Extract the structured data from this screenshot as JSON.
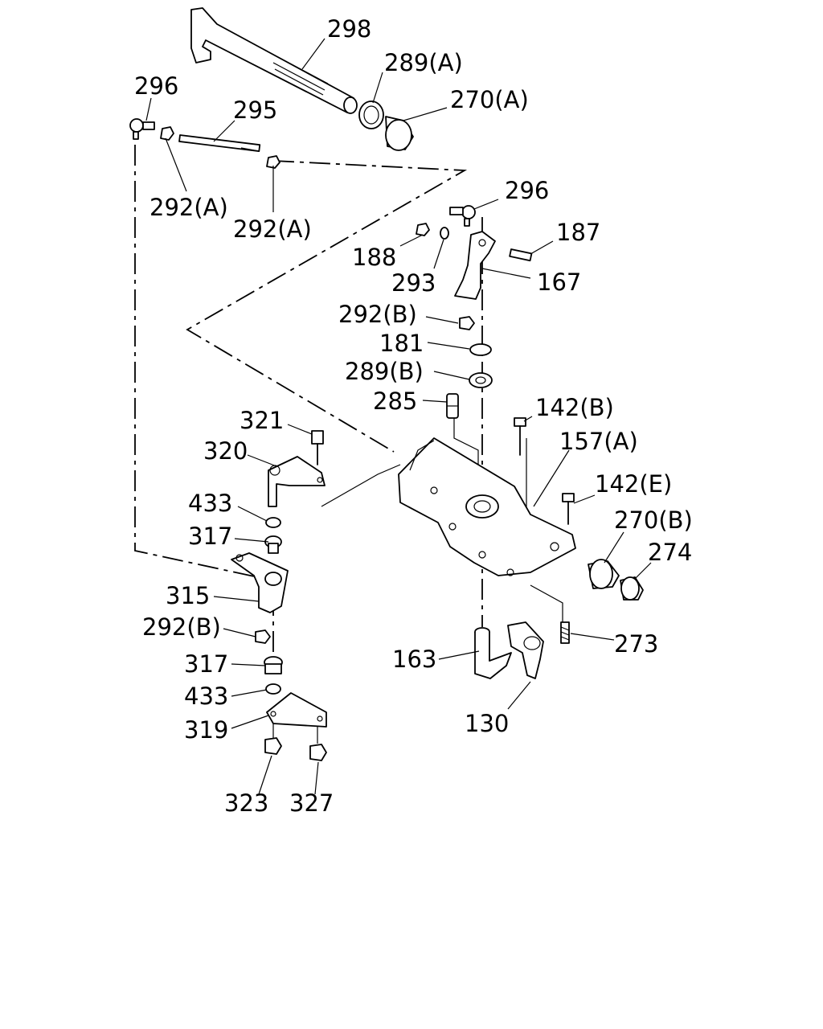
{
  "callouts": [
    {
      "id": "298",
      "label": "298"
    },
    {
      "id": "289a",
      "label": "289(A)"
    },
    {
      "id": "270a",
      "label": "270(A)"
    },
    {
      "id": "296a",
      "label": "296"
    },
    {
      "id": "295",
      "label": "295"
    },
    {
      "id": "292a1",
      "label": "292(A)"
    },
    {
      "id": "292a2",
      "label": "292(A)"
    },
    {
      "id": "296b",
      "label": "296"
    },
    {
      "id": "187",
      "label": "187"
    },
    {
      "id": "188",
      "label": "188"
    },
    {
      "id": "293",
      "label": "293"
    },
    {
      "id": "167",
      "label": "167"
    },
    {
      "id": "292b1",
      "label": "292(B)"
    },
    {
      "id": "181",
      "label": "181"
    },
    {
      "id": "289b",
      "label": "289(B)"
    },
    {
      "id": "285",
      "label": "285"
    },
    {
      "id": "142b",
      "label": "142(B)"
    },
    {
      "id": "157a",
      "label": "157(A)"
    },
    {
      "id": "142e",
      "label": "142(E)"
    },
    {
      "id": "270b",
      "label": "270(B)"
    },
    {
      "id": "274",
      "label": "274"
    },
    {
      "id": "321",
      "label": "321"
    },
    {
      "id": "320",
      "label": "320"
    },
    {
      "id": "433a",
      "label": "433"
    },
    {
      "id": "317a",
      "label": "317"
    },
    {
      "id": "315",
      "label": "315"
    },
    {
      "id": "292b2",
      "label": "292(B)"
    },
    {
      "id": "317b",
      "label": "317"
    },
    {
      "id": "433b",
      "label": "433"
    },
    {
      "id": "319",
      "label": "319"
    },
    {
      "id": "323",
      "label": "323"
    },
    {
      "id": "327",
      "label": "327"
    },
    {
      "id": "163",
      "label": "163"
    },
    {
      "id": "130",
      "label": "130"
    },
    {
      "id": "273",
      "label": "273"
    }
  ]
}
